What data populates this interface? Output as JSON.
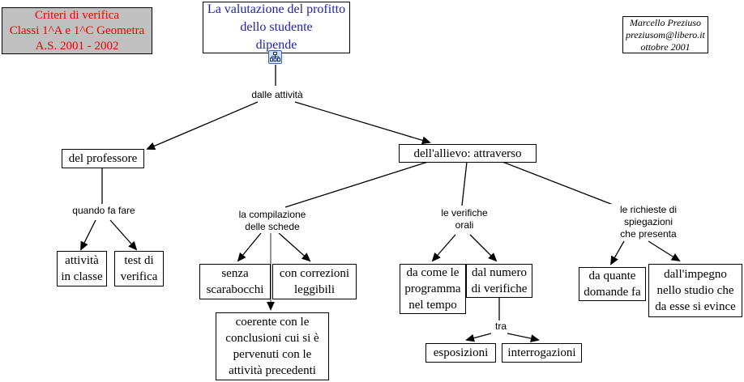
{
  "legend": {
    "name": "criteri-legend",
    "text": "Criteri di verifica\nClassi 1^A e 1^C Geometra\nA.S. 2001 - 2002",
    "bg_color": "#c0c0c0",
    "text_color": "#ee0000"
  },
  "author": {
    "name": "author-credit",
    "text": "Marcello Preziuso\npreziusom@libero.it\nottobre 2001"
  },
  "root": {
    "label": "La valutazione del profitto\ndello studente\ndipende",
    "text_color": "#2222aa",
    "icon": "tree-hierarchy-icon"
  },
  "nodes": [
    {
      "id": "professore",
      "label": "del professore"
    },
    {
      "id": "allievo",
      "label": "dell'allievo: attraverso"
    },
    {
      "id": "attivita-classe",
      "label": "attività\nin classe"
    },
    {
      "id": "test-verifica",
      "label": "test di\nverifica"
    },
    {
      "id": "senza-scarabocchi",
      "label": "senza\nscarabocchi"
    },
    {
      "id": "con-correzioni",
      "label": "con correzioni\nleggibili"
    },
    {
      "id": "coerente",
      "label": "coerente con le\nconclusioni cui si è\npervenuti con le\nattività precedenti"
    },
    {
      "id": "da-come-programma",
      "label": "da come le\nprogramma\nnel tempo"
    },
    {
      "id": "dal-numero",
      "label": "dal numero\ndi verifiche"
    },
    {
      "id": "esposizioni",
      "label": "esposizioni"
    },
    {
      "id": "interrogazioni",
      "label": "interrogazioni"
    },
    {
      "id": "da-quante-domande",
      "label": "da quante\ndomande fa"
    },
    {
      "id": "dall-impegno",
      "label": "dall'impegno\nnello studio che\nda esse si evince"
    }
  ],
  "link_labels": [
    {
      "id": "dalle-attivita",
      "text": "dalle attività"
    },
    {
      "id": "quando-fa-fare",
      "text": "quando fa fare"
    },
    {
      "id": "la-compilazione",
      "text": "la compilazione\ndelle schede"
    },
    {
      "id": "le-verifiche-orali",
      "text": "le verifiche\norali"
    },
    {
      "id": "le-richieste",
      "text": "le richieste di\nspiegazioni\nche presenta"
    },
    {
      "id": "tra",
      "text": "tra"
    }
  ]
}
